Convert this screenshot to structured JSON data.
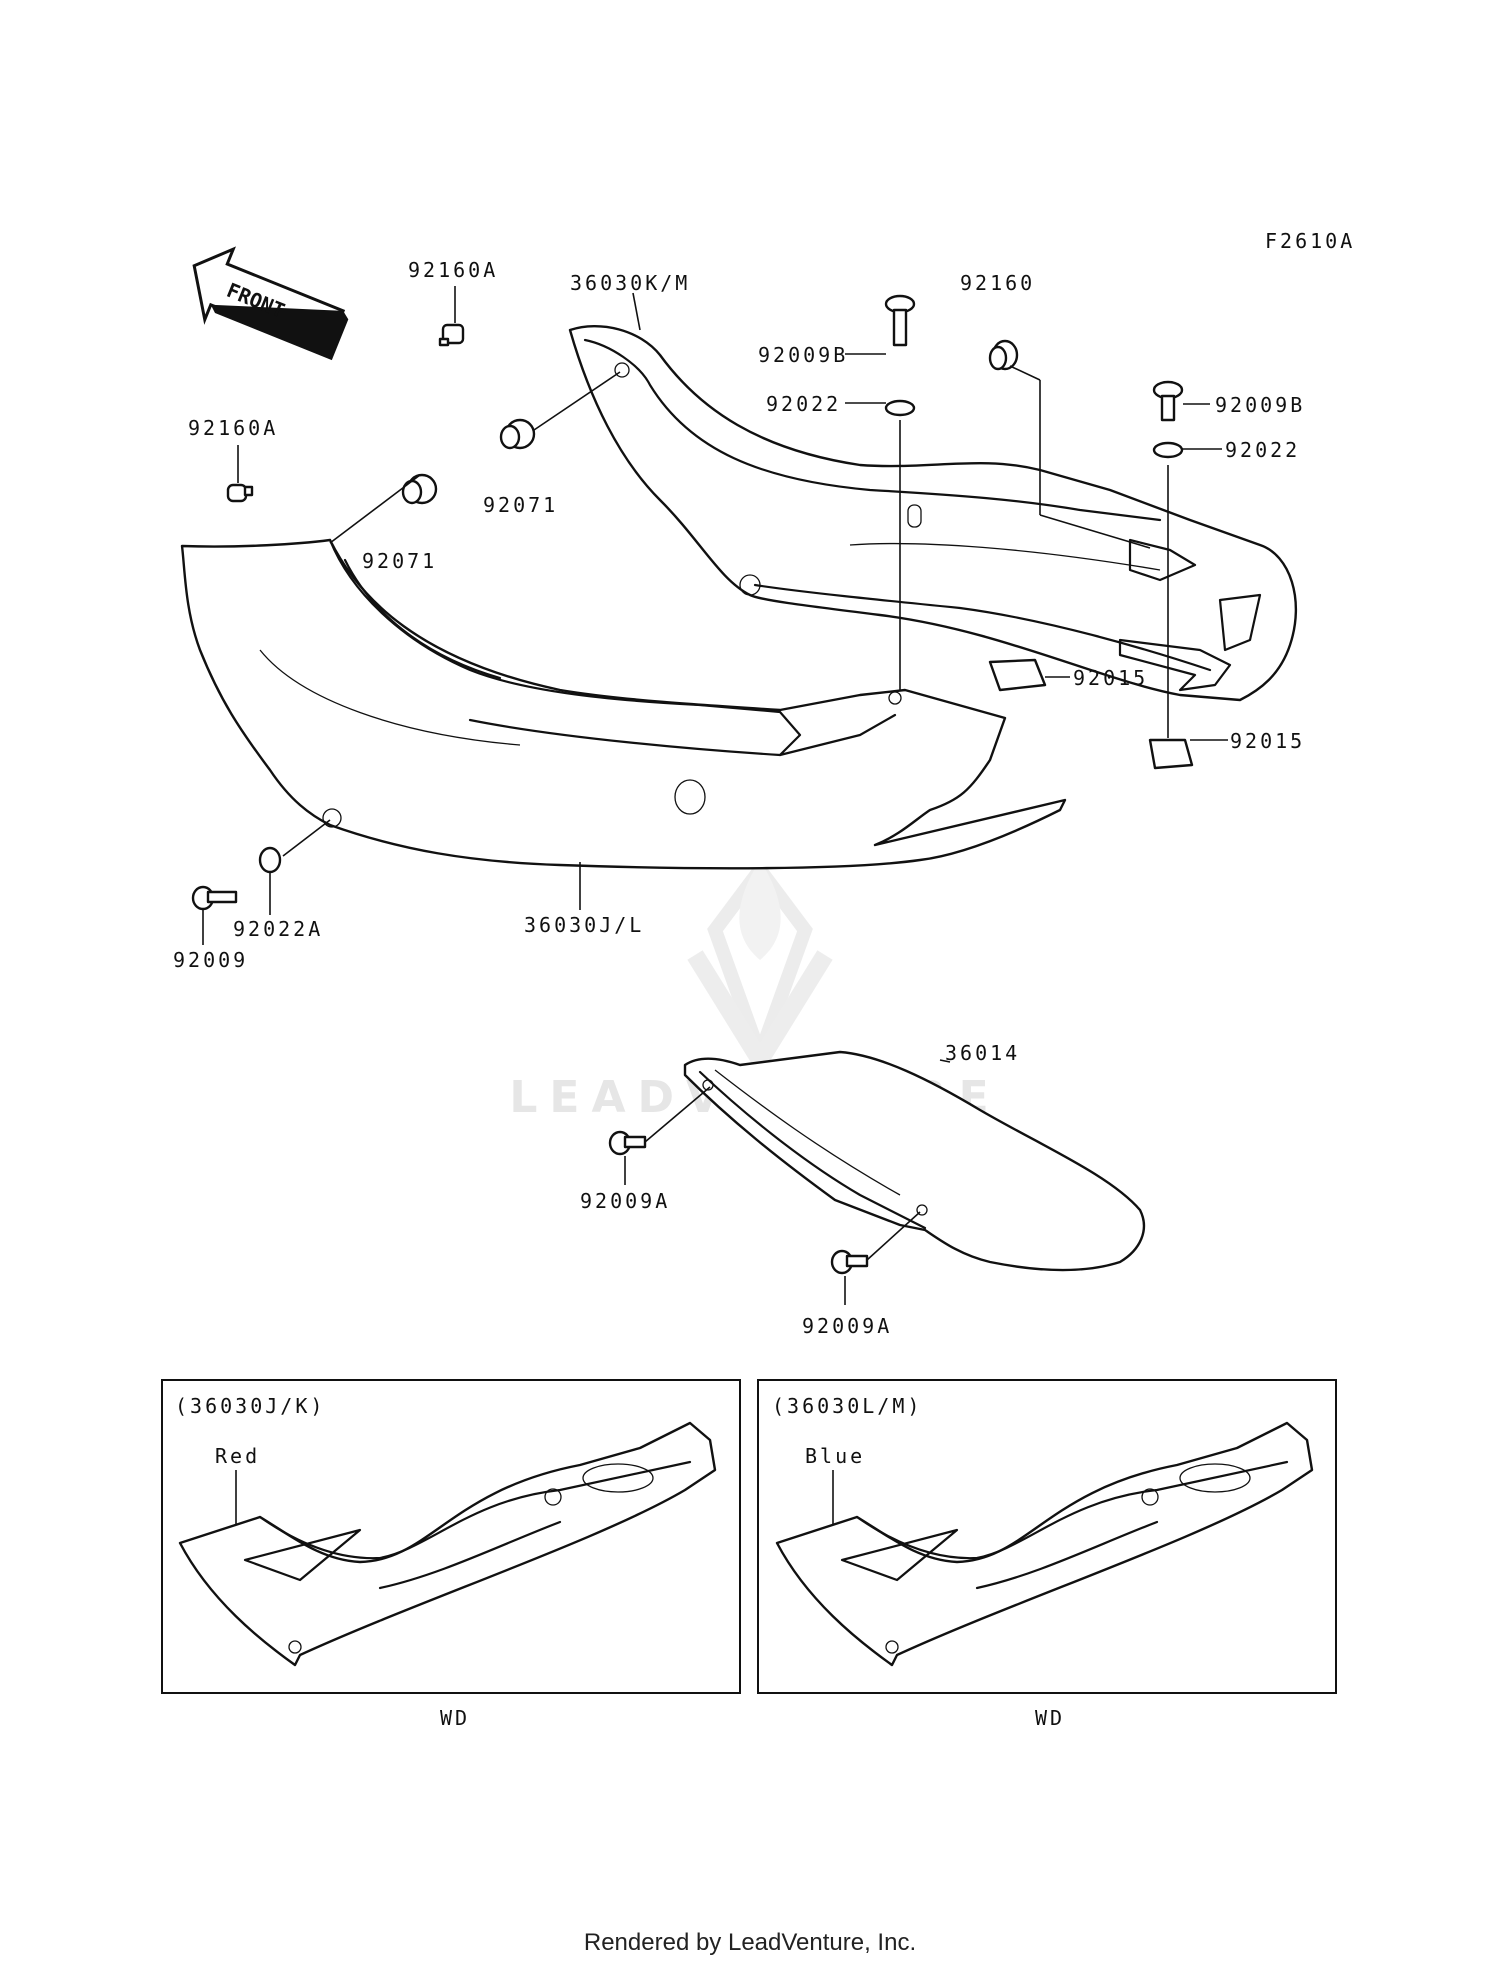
{
  "figure_code": "F2610A",
  "front_arrow": "FRONT",
  "watermark": "LEADVENTURE",
  "footer": "Rendered by LeadVenture, Inc.",
  "parts": {
    "p92160A_top": "92160A",
    "p92160A_left": "92160A",
    "p36030KM": "36030K/M",
    "p92160": "92160",
    "p92009B_mid": "92009B",
    "p92022_mid": "92022",
    "p92071_upper": "92071",
    "p92071_lower": "92071",
    "p92009B_right": "92009B",
    "p92022_right": "92022",
    "p92015_mid": "92015",
    "p92015_right": "92015",
    "p92022A": "92022A",
    "p92009": "92009",
    "p36030JL": "36030J/L",
    "p36014": "36014",
    "p92009A_upper": "92009A",
    "p92009A_lower": "92009A"
  },
  "variants": [
    {
      "code": "(36030J/K)",
      "color": "Red",
      "market": "WD"
    },
    {
      "code": "(36030L/M)",
      "color": "Blue",
      "market": "WD"
    }
  ]
}
